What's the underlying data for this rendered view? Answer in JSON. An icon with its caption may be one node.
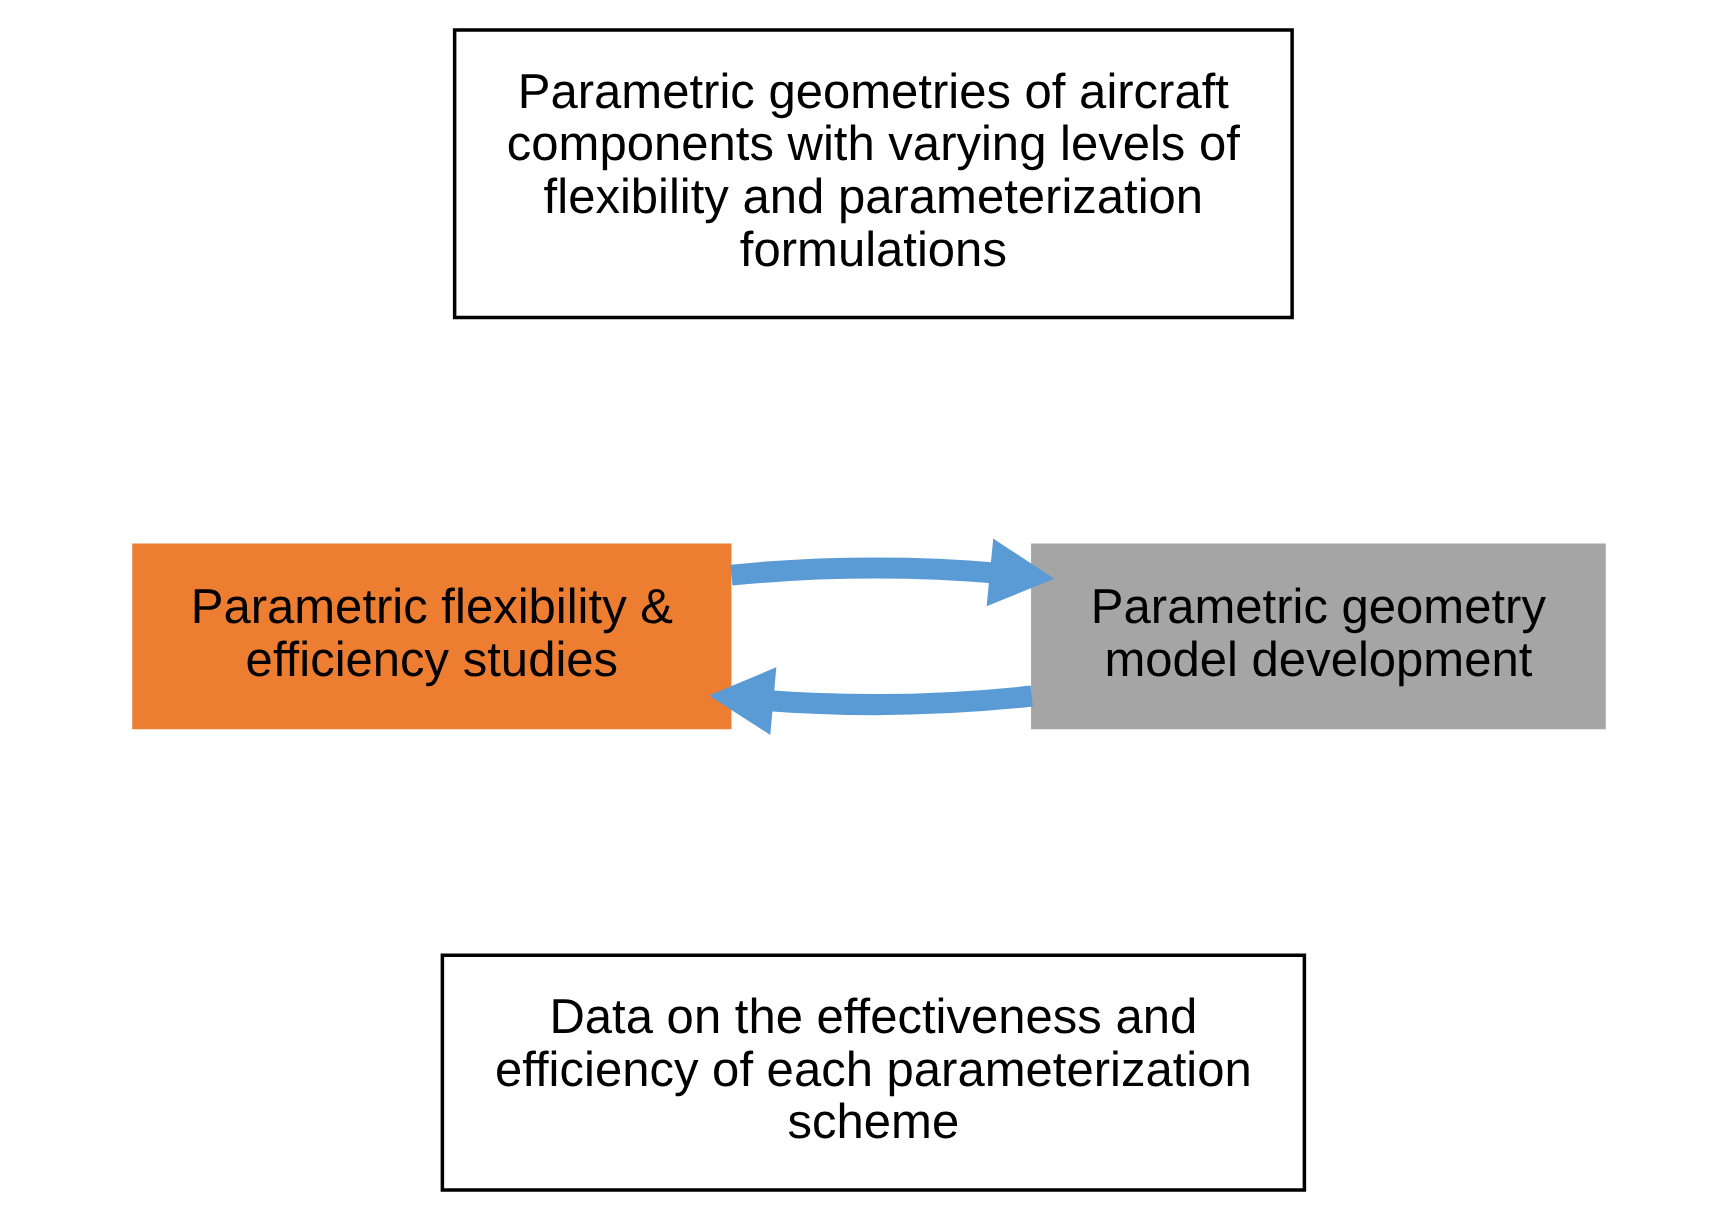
{
  "diagram": {
    "nodes": [
      {
        "text": [
          "Parametric flexibility & efficiency studies"
        ]
      },
      {
        "text": [
          "Parametric geometry model development"
        ]
      },
      {
        "text": [
          "Parametric geometries of aircraft components with varying levels of flexibility and parameterization formulations"
        ]
      },
      {
        "text": [
          "Data on the effectiveness and efficiency of each parameterization scheme"
        ]
      }
    ],
    "edges": [
      {
        "from": 1,
        "to": 0,
        "arrow": "to",
        "color": "#5b9bd5"
      },
      {
        "from": 0,
        "to": 1,
        "arrow": "to",
        "color": "#5b9bd5"
      }
    ]
  }
}
